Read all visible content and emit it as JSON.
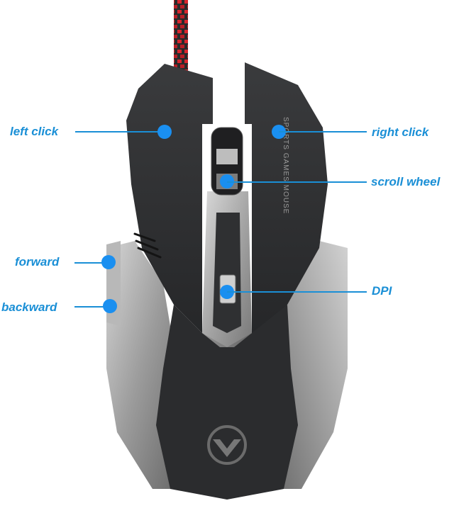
{
  "diagram": {
    "subject": "gaming mouse (top view)",
    "colors": {
      "accent": "#1a8fd6",
      "dot": "#1a8ff0",
      "body": "#2e2f31",
      "silver": "#a9a9a9",
      "cable_red": "#d8262e"
    },
    "side_text": "SPORTS GAMES MOUSE",
    "callouts": [
      {
        "id": "left-click",
        "label": "left click"
      },
      {
        "id": "right-click",
        "label": "right click"
      },
      {
        "id": "scroll-wheel",
        "label": "scroll wheel"
      },
      {
        "id": "forward",
        "label": "forward"
      },
      {
        "id": "backward",
        "label": "backward"
      },
      {
        "id": "dpi",
        "label": "DPI"
      }
    ]
  }
}
